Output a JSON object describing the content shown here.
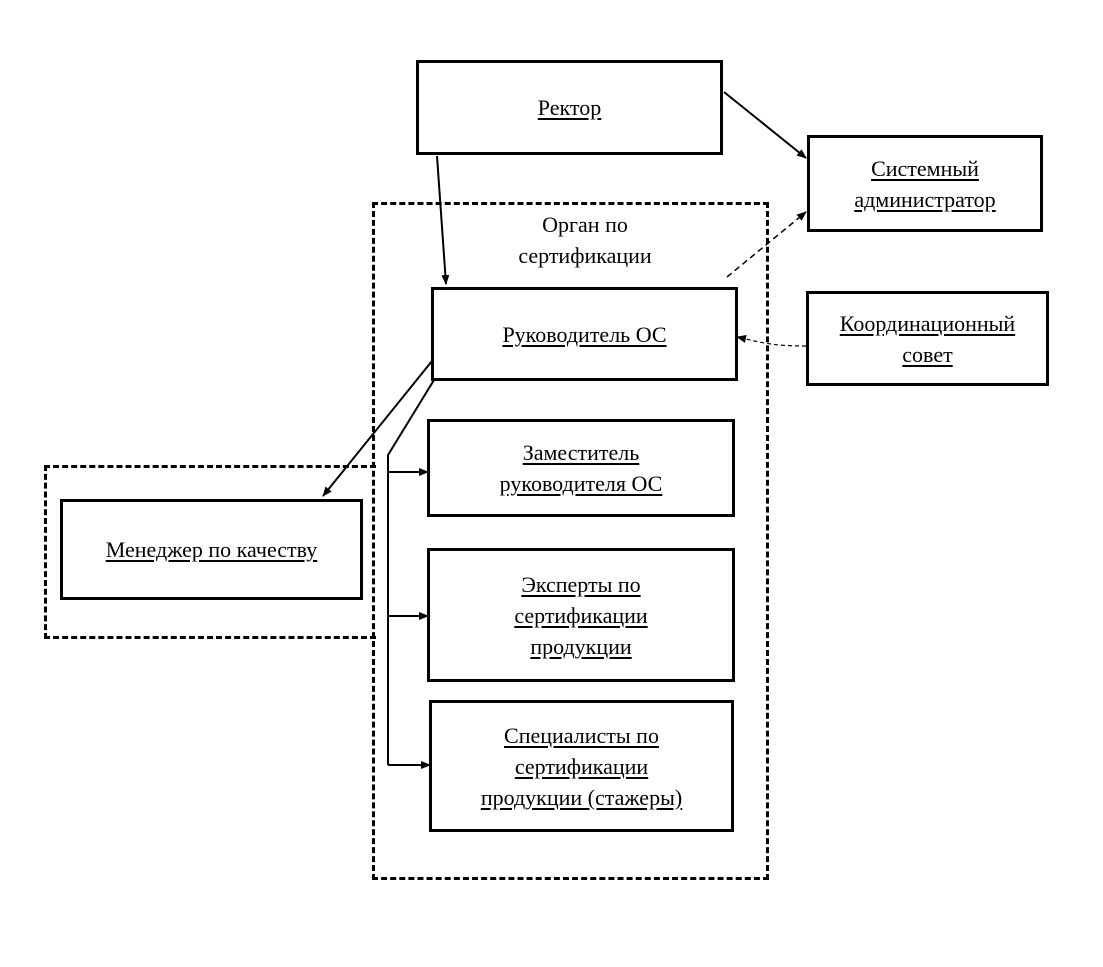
{
  "diagram": {
    "certification_body_label": "Орган по сертификации",
    "nodes": {
      "rector": "Ректор",
      "sysadmin": "Системный администратор",
      "coordination_council": "Координационный совет",
      "head_cb": "Руководитель ОС",
      "deputy_head": "Заместитель руководителя ОС",
      "experts": "Эксперты по сертификации продукции",
      "specialists": "Специалисты по сертификации продукции (стажеры)",
      "quality_manager": "Менеджер по качеству"
    }
  }
}
